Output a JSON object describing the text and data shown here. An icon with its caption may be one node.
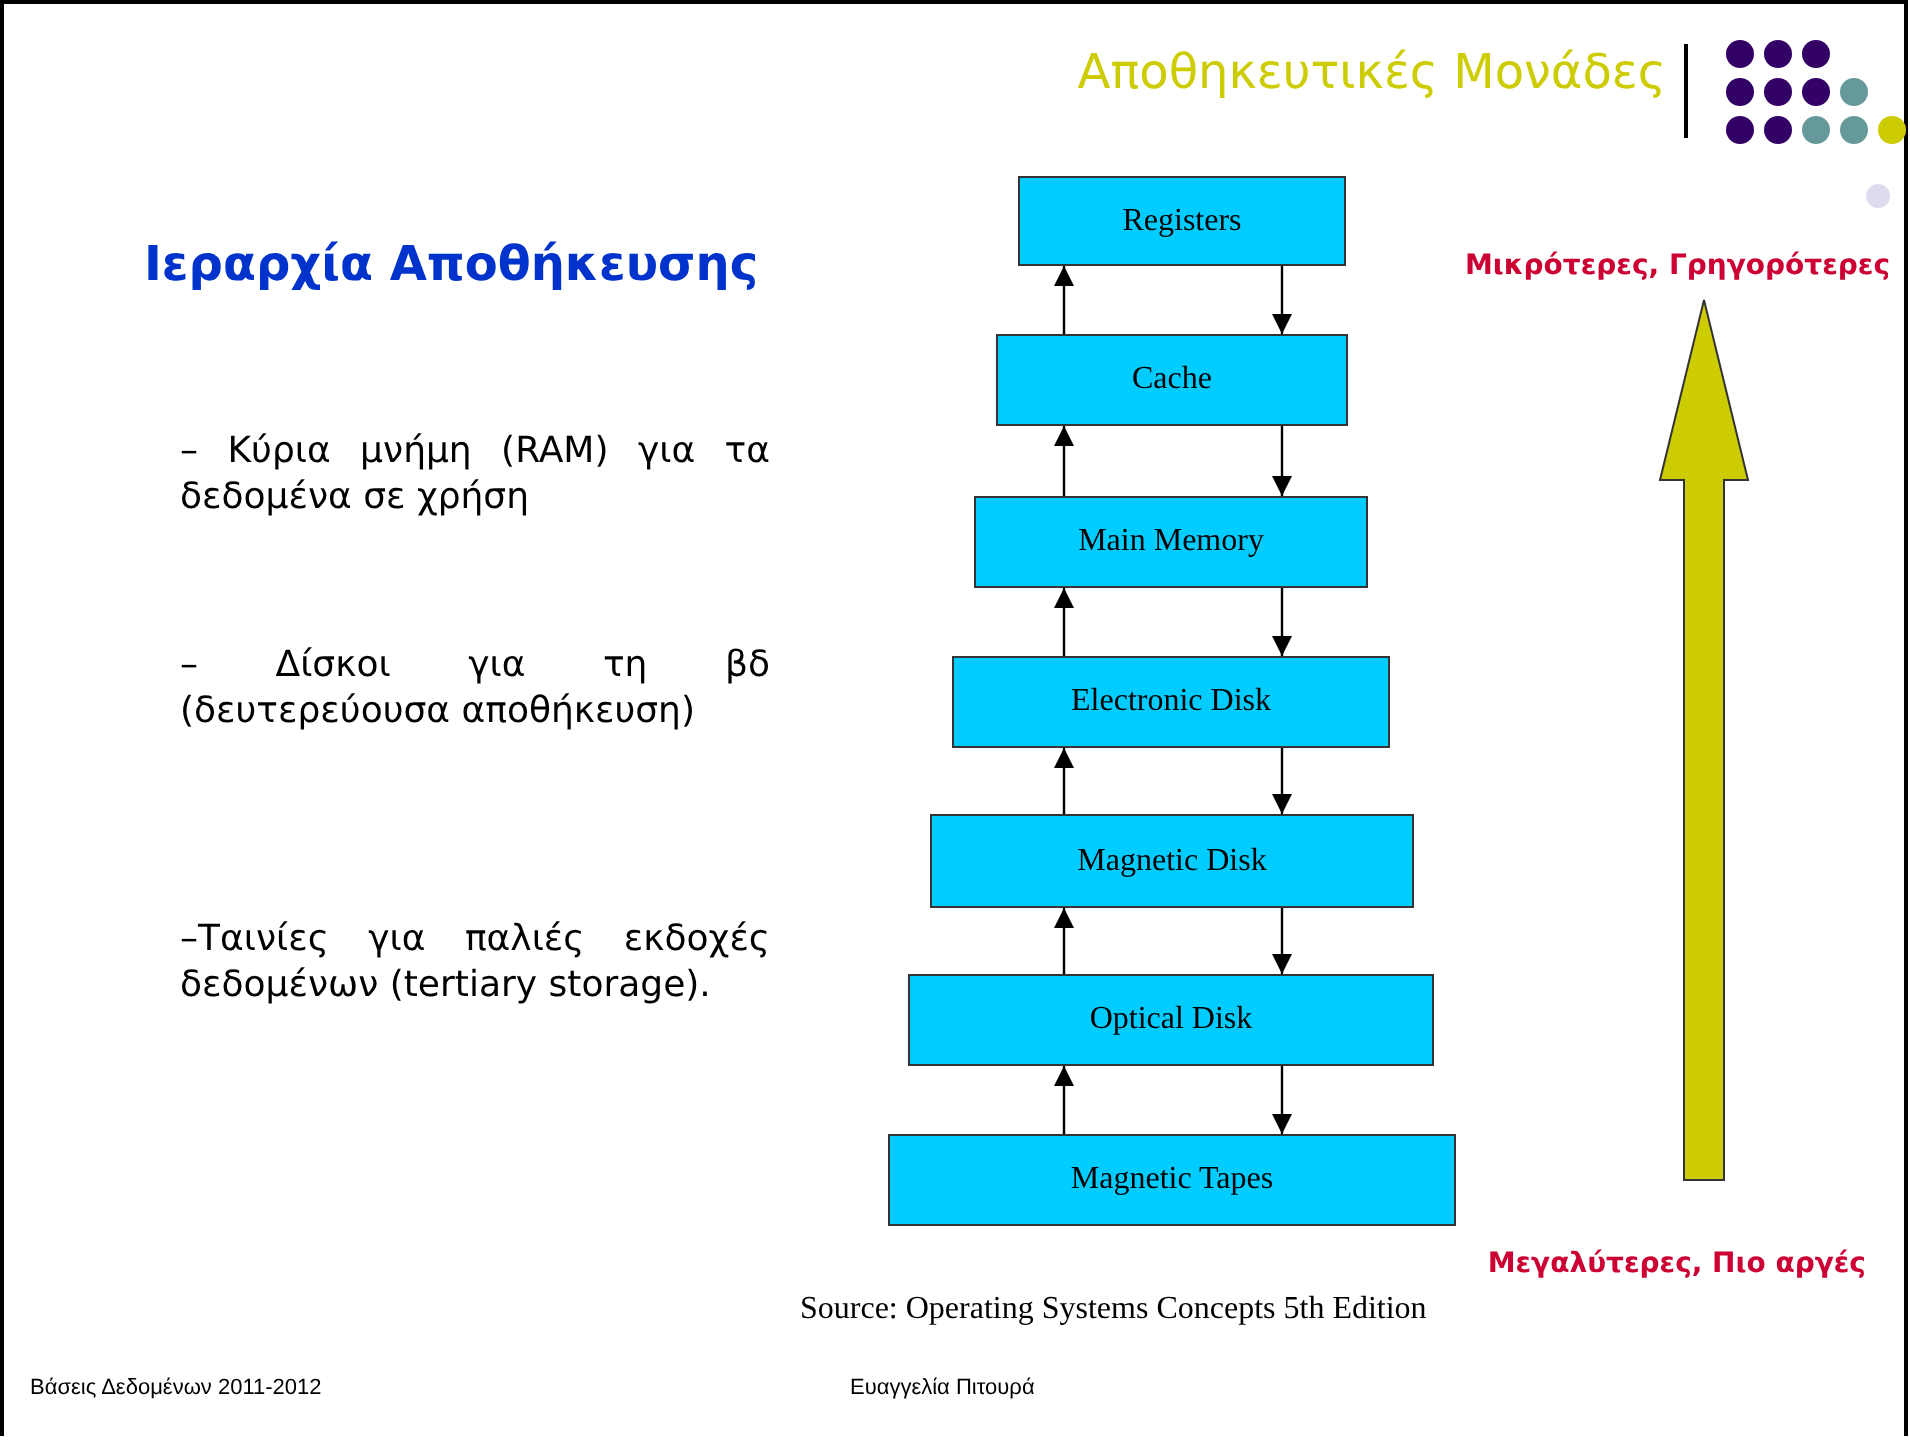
{
  "diagram": {
    "title": "Αποθηκευτικές Μονάδες",
    "nodes": [
      {
        "text": [
          "Registers"
        ]
      },
      {
        "text": [
          "Cache"
        ]
      },
      {
        "text": [
          "Main Memory"
        ]
      },
      {
        "text": [
          "Electronic Disk"
        ]
      },
      {
        "text": [
          "Magnetic Disk"
        ]
      },
      {
        "text": [
          "Optical Disk"
        ]
      },
      {
        "text": [
          "Magnetic Tapes"
        ]
      }
    ],
    "edges": [
      {
        "from": 1,
        "to": 0,
        "arrow": "to"
      },
      {
        "from": 0,
        "to": 1,
        "arrow": "to"
      },
      {
        "from": 2,
        "to": 1,
        "arrow": "to"
      },
      {
        "from": 1,
        "to": 2,
        "arrow": "to"
      },
      {
        "from": 3,
        "to": 2,
        "arrow": "to"
      },
      {
        "from": 2,
        "to": 3,
        "arrow": "to"
      },
      {
        "from": 4,
        "to": 3,
        "arrow": "to"
      },
      {
        "from": 3,
        "to": 4,
        "arrow": "to"
      },
      {
        "from": 5,
        "to": 4,
        "arrow": "to"
      },
      {
        "from": 4,
        "to": 5,
        "arrow": "to"
      },
      {
        "from": 6,
        "to": 5,
        "arrow": "to"
      },
      {
        "from": 5,
        "to": 6,
        "arrow": "to"
      }
    ],
    "labels": [
      "Ιεραρχία Αποθήκευσης",
      "– Κύρια μνήμη (RAM) για τα δεδομένα σε χρήση",
      "Μικρότερες, Γρηγορότερες",
      "– Δίσκοι για τη βδ (δευτερεύουσα αποθήκευση)",
      "–Ταινίες για παλιές εκδοχές δεδομένων (tertiary storage).",
      "Μεγαλύτερες, Πιο αργές",
      "Source: Operating Systems Concepts 5th Edition",
      "Βάσεις Δεδομένων 2011-2012",
      "Ευαγγελία Πιτουρά"
    ]
  }
}
